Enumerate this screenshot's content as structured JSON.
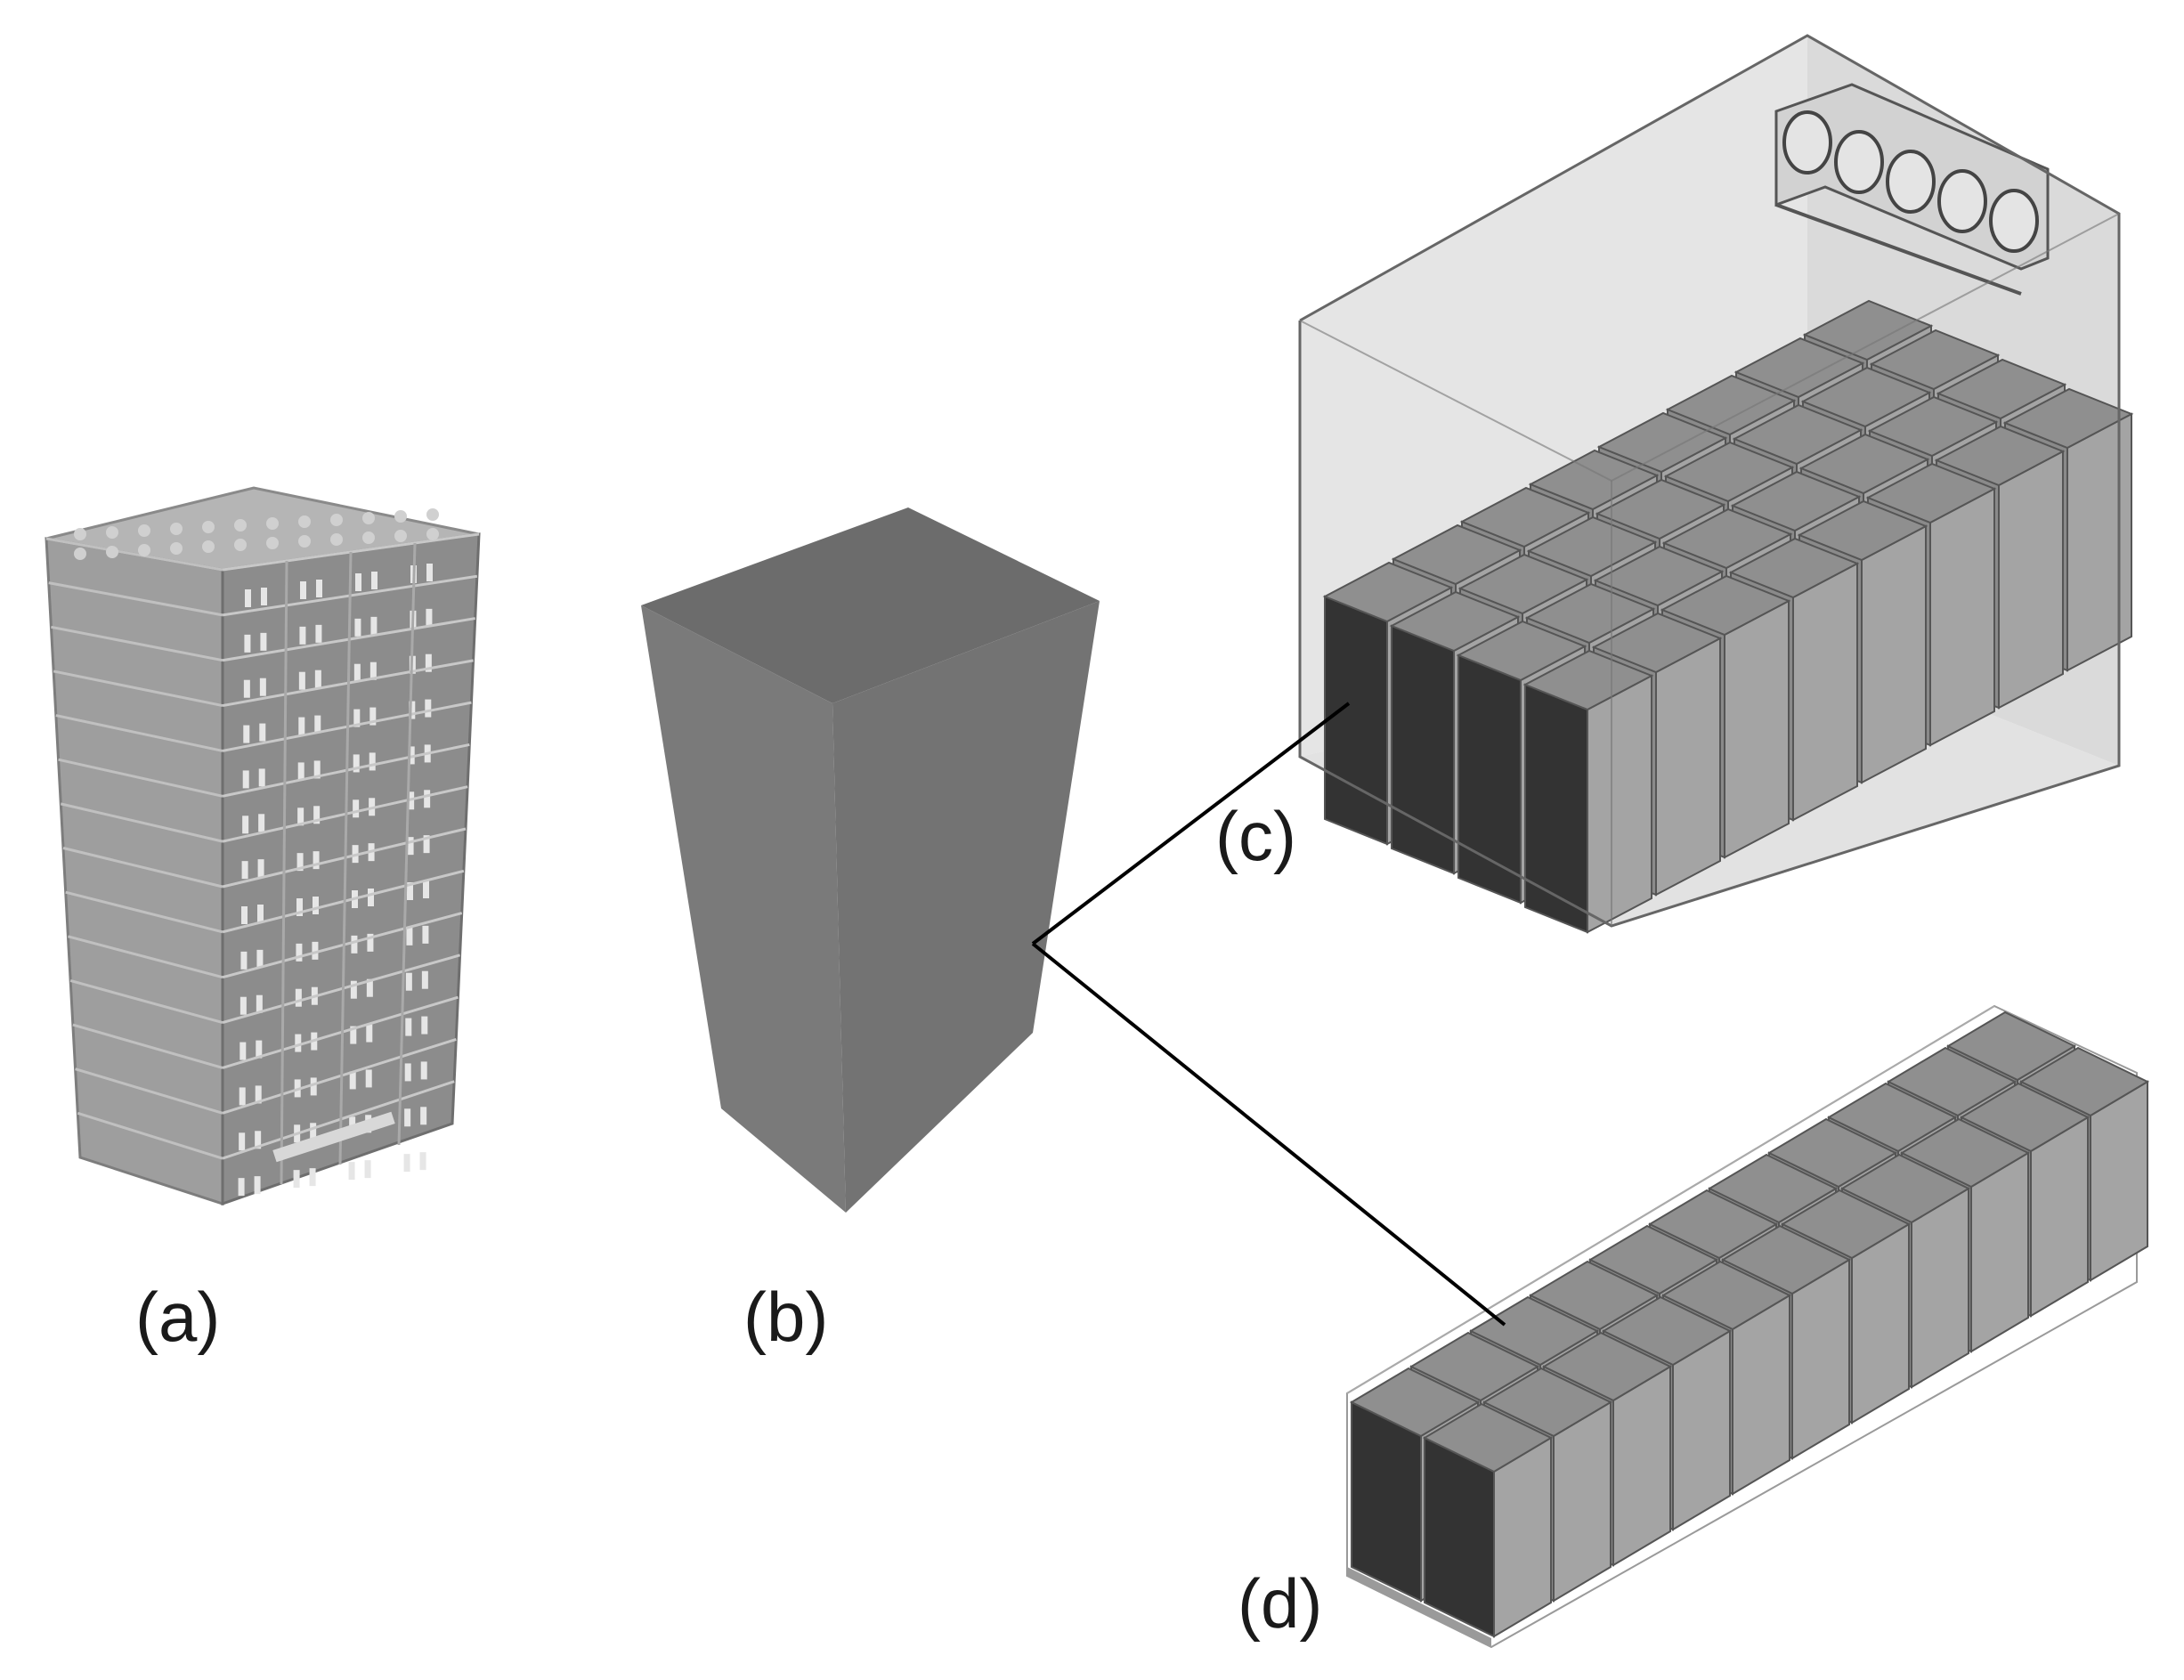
{
  "labels": {
    "a": "(a)",
    "b": "(b)",
    "c": "(c)",
    "d": "(d)"
  },
  "colors": {
    "background": "#ffffff",
    "box_top": "#8f8f8f",
    "box_left": "#8a8a8a",
    "box_right": "#a4a4a4",
    "box_front_dark": "#333333",
    "container_fill": "#c8c8c8",
    "edge": "#555555",
    "connector": "#000000"
  },
  "panels": {
    "a": {
      "description_name": "detailed-battery-rack-model"
    },
    "b": {
      "description_name": "simplified-block-model"
    },
    "c": {
      "rows": 4,
      "cols": 8,
      "fan_count": 5
    },
    "d": {
      "rows": 2,
      "cols": 11
    }
  }
}
